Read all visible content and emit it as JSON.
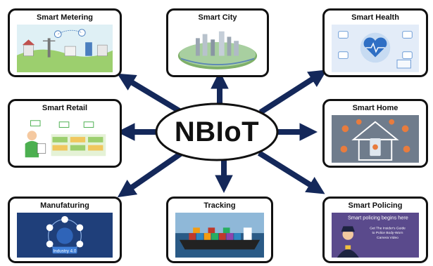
{
  "diagram": {
    "center": {
      "label": "NBIoT"
    },
    "nodes": [
      {
        "id": "smart-metering",
        "label": "Smart Metering"
      },
      {
        "id": "smart-city",
        "label": "Smart City"
      },
      {
        "id": "smart-health",
        "label": "Smart Health"
      },
      {
        "id": "smart-retail",
        "label": "Smart Retail"
      },
      {
        "id": "smart-home",
        "label": "Smart Home"
      },
      {
        "id": "manufacturing",
        "label": "Manufaturing"
      },
      {
        "id": "tracking",
        "label": "Tracking"
      },
      {
        "id": "smart-policing",
        "label": "Smart Policing"
      }
    ],
    "image_texts": {
      "policing_headline": "Smart policing begins here",
      "policing_sub1": "Get The Insider's Guide",
      "policing_sub2": "to Police Body-Worn",
      "policing_sub3": "Camera Video",
      "manufacturing_center": "Industry 4.0"
    },
    "colors": {
      "arrow": "#14285a",
      "border": "#111111"
    }
  }
}
